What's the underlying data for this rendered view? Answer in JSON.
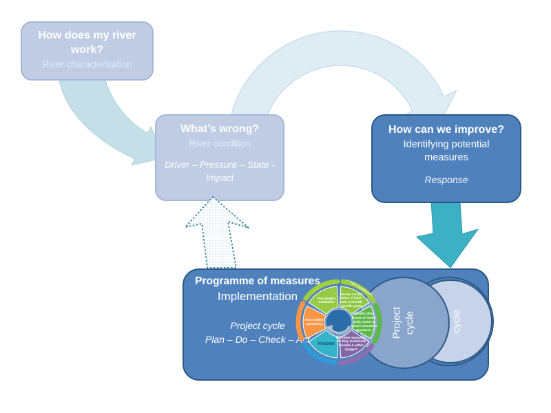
{
  "boxes": {
    "river_work": {
      "title": "How does my river work?",
      "subtitle": "River characterisation"
    },
    "whats_wrong": {
      "title": "What’s wrong?",
      "subtitle": "River condition",
      "detail": "Driver – Pressure – State - Impact"
    },
    "improve": {
      "title": "How can we improve?",
      "subtitle": "Identifying potential measures",
      "detail": "Response"
    },
    "programme": {
      "title": "Programme of measures",
      "subtitle": "Implementation",
      "detail1": "Project cycle",
      "detail2": "Plan – Do – Check – Act"
    }
  },
  "wheel": {
    "rim_label": "1. Project identification",
    "center_icon": "cycle-refresh-arrow",
    "hub_color": "#2a6da8",
    "segments": [
      {
        "position": "top-right",
        "label": "Review current status of water body & identify specific goals",
        "color": "#8ec63f",
        "band_color": "#9fce3e"
      },
      {
        "position": "right",
        "label": "Identify other issues on water body, extent & revise restoration measures",
        "color": "#5cb948",
        "band_color": "#5cb948"
      },
      {
        "position": "bottom-right",
        "label": "Prioritise measures, are they technically feasible & within budget?",
        "color": "#8366a5",
        "band_color": "#8d6fae"
      },
      {
        "position": "bottom-left",
        "label": "PRAGMO",
        "color": "#35b3c9",
        "band_color": "#2f9bd8"
      },
      {
        "position": "left",
        "label": "Post-project monitoring",
        "color": "#f79646",
        "band_color": "#f79646"
      },
      {
        "position": "top-left",
        "label": "Post project evaluation",
        "color": "#97ca45",
        "band_color": "#9fce3e"
      }
    ]
  },
  "cycle_circles": [
    {
      "label": "Project cycle",
      "fill": "#8aa5cc"
    },
    {
      "label": "Project cycle",
      "fill": "#c6d3e9"
    }
  ],
  "colors": {
    "light_box": "#bfcce4",
    "light_box_border": "#a3b8d8",
    "dark_box": "#4f81bd",
    "dark_box_border": "#2d5986",
    "teal_arrow": "#3cb0c4",
    "pale_arch": "#ddecf4",
    "pale_arch_border": "#c7dbe9",
    "curve_arrow": "#b7d8e3",
    "dotted_border": "#2f7f9d"
  }
}
